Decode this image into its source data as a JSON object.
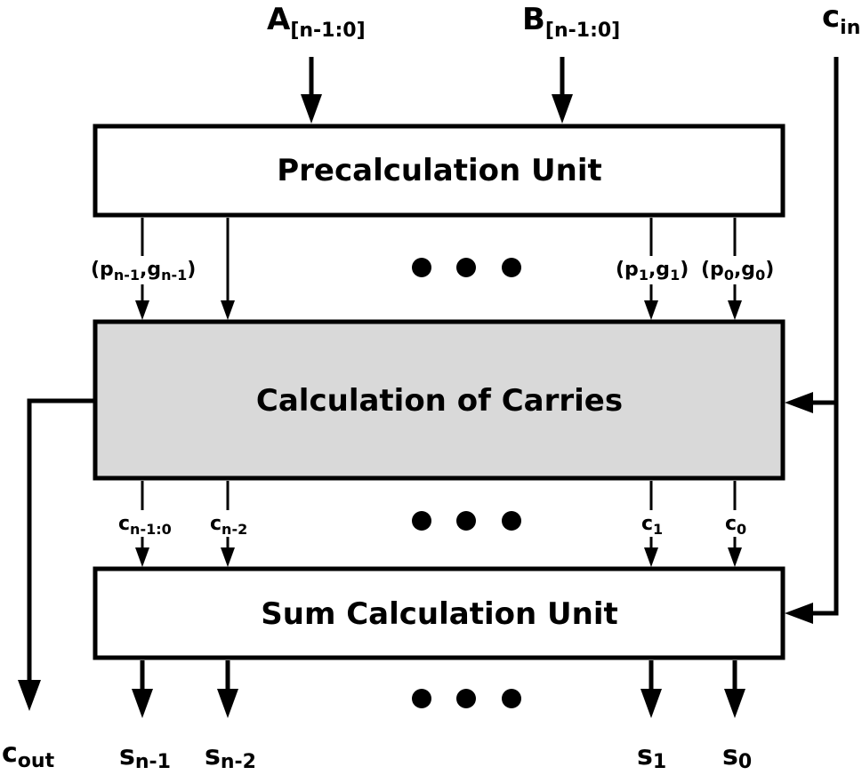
{
  "blocks": {
    "precalc": {
      "label": "Precalculation Unit",
      "fill": "#ffffff"
    },
    "carries": {
      "label": "Calculation of Carries",
      "fill": "#d9d9d9"
    },
    "sum": {
      "label": "Sum Calculation Unit",
      "fill": "#ffffff"
    }
  },
  "inputs": {
    "a": {
      "main": "A",
      "sub": "[n-1:0]"
    },
    "b": {
      "main": "B",
      "sub": "[n-1:0]"
    },
    "cin": {
      "main": "c",
      "sub": "in"
    }
  },
  "pg_labels": [
    {
      "pre": "(p",
      "s1": "n-1",
      "mid": ",g",
      "s2": "n-1",
      "post": ")"
    },
    {
      "pre": "(p",
      "s1": "1",
      "mid": ",g",
      "s2": "1",
      "post": ")"
    },
    {
      "pre": "(p",
      "s1": "0",
      "mid": ",g",
      "s2": "0",
      "post": ")"
    }
  ],
  "carry_labels": [
    {
      "main": "c",
      "sub": "n-1:0"
    },
    {
      "main": "c",
      "sub": "n-2"
    },
    {
      "main": "c",
      "sub": "1"
    },
    {
      "main": "c",
      "sub": "0"
    }
  ],
  "outputs": {
    "cout": {
      "main": "c",
      "sub": "out"
    },
    "sums": [
      {
        "main": "s",
        "sub": "n-1"
      },
      {
        "main": "s",
        "sub": "n-2"
      },
      {
        "main": "s",
        "sub": "1"
      },
      {
        "main": "s",
        "sub": "0"
      }
    ]
  }
}
